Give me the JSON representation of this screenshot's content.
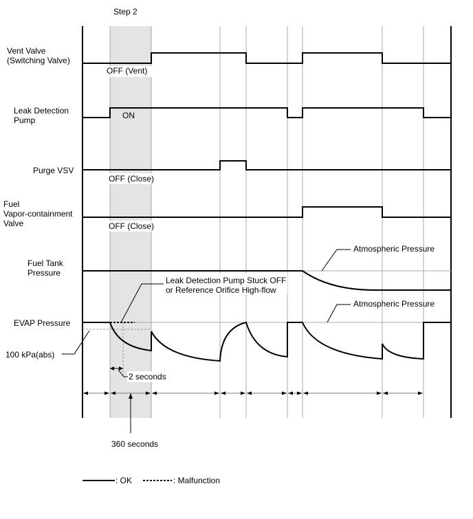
{
  "step_label": "Step 2",
  "signals": {
    "vent_valve": {
      "label_line1": "Vent Valve",
      "label_line2": "(Switching Valve)",
      "state_label": "OFF (Vent)"
    },
    "leak_pump": {
      "label_line1": "Leak Detection",
      "label_line2": "Pump",
      "state_label": "ON"
    },
    "purge_vsv": {
      "label": "Purge VSV",
      "state_label": "OFF (Close)"
    },
    "fuel_valve": {
      "label_line1": "Fuel",
      "label_line2": "Vapor-containment",
      "label_line3": "Valve",
      "state_label": "OFF (Close)"
    },
    "fuel_tank": {
      "label_line1": "Fuel Tank",
      "label_line2": "Pressure",
      "annotation": "Atmospheric Pressure"
    },
    "evap": {
      "label": "EVAP Pressure",
      "annotation": "Atmospheric Pressure",
      "reference": "100 kPa(abs)",
      "malfunction_note_line1": "Leak Detection Pump Stuck OFF",
      "malfunction_note_line2": "or Reference Orifice High-flow"
    }
  },
  "timing": {
    "short_interval": "2 seconds",
    "step_duration": "360 seconds"
  },
  "legend": {
    "ok": ": OK",
    "malfunction": ": Malfunction"
  }
}
